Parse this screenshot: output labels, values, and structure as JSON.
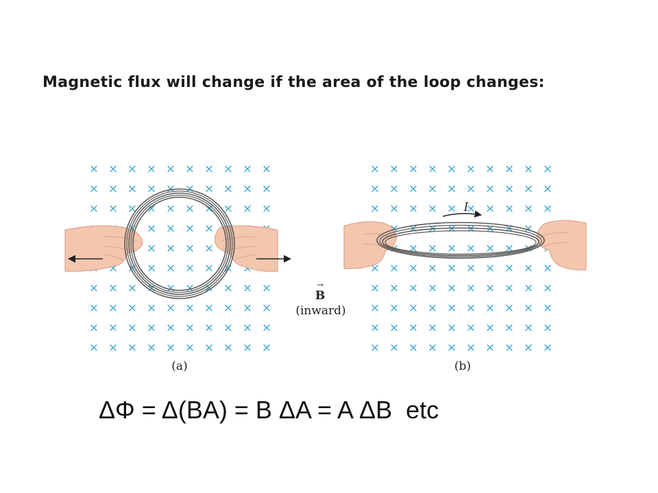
{
  "heading": "Magnetic flux will change if the area of the loop changes:",
  "figure": {
    "field_symbol": "B",
    "field_note": "(inward)",
    "current_label": "I",
    "panel_a_caption": "(a)",
    "panel_b_caption": "(b)",
    "field_mark": "×",
    "colors": {
      "field_mark": "#3aa6d2",
      "skin": "#f3c6ae",
      "skin_shadow": "#dba58c",
      "wire": "#5a5a5a",
      "arrow": "#222222"
    }
  },
  "equation": "ΔΦ = Δ(BA) = B ΔA = A ΔB  etc"
}
